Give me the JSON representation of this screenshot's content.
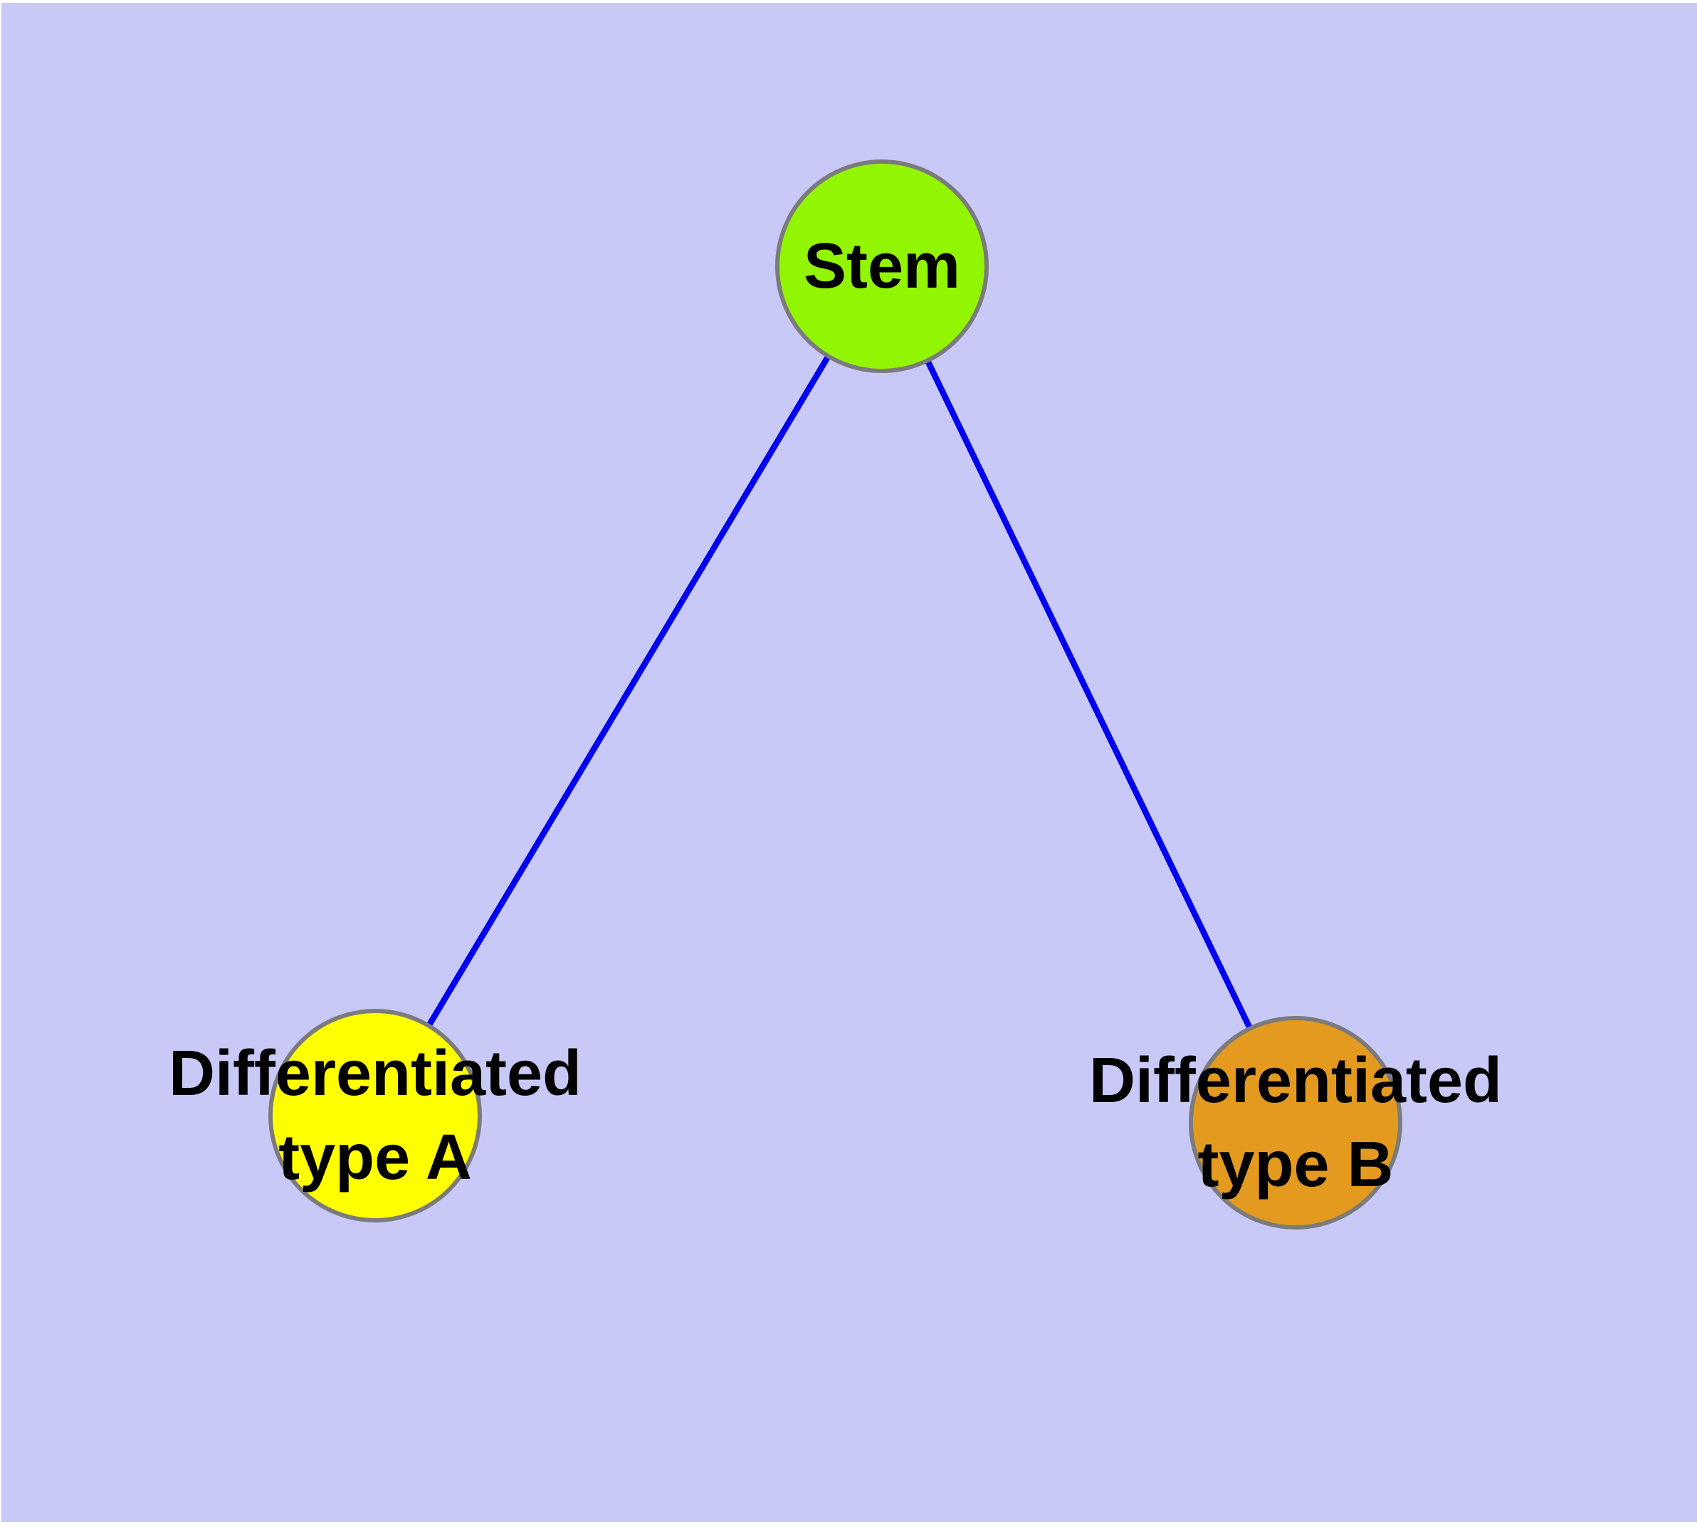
{
  "diagram": {
    "background_color": "#C9C9F8",
    "frame_color": "#FFFFFF",
    "edge_color": "#0000EE",
    "node_border_color": "#7B7B7B",
    "nodes": [
      {
        "id": "stem",
        "label": "Stem",
        "fill": "#92F502"
      },
      {
        "id": "type-a",
        "label": "Differentiated\ntype A",
        "fill": "#FFFF00"
      },
      {
        "id": "type-b",
        "label": "Differentiated\ntype B",
        "fill": "#E39A1F"
      }
    ],
    "edges": [
      {
        "from": "stem",
        "to": "type-a"
      },
      {
        "from": "stem",
        "to": "type-b"
      }
    ]
  }
}
